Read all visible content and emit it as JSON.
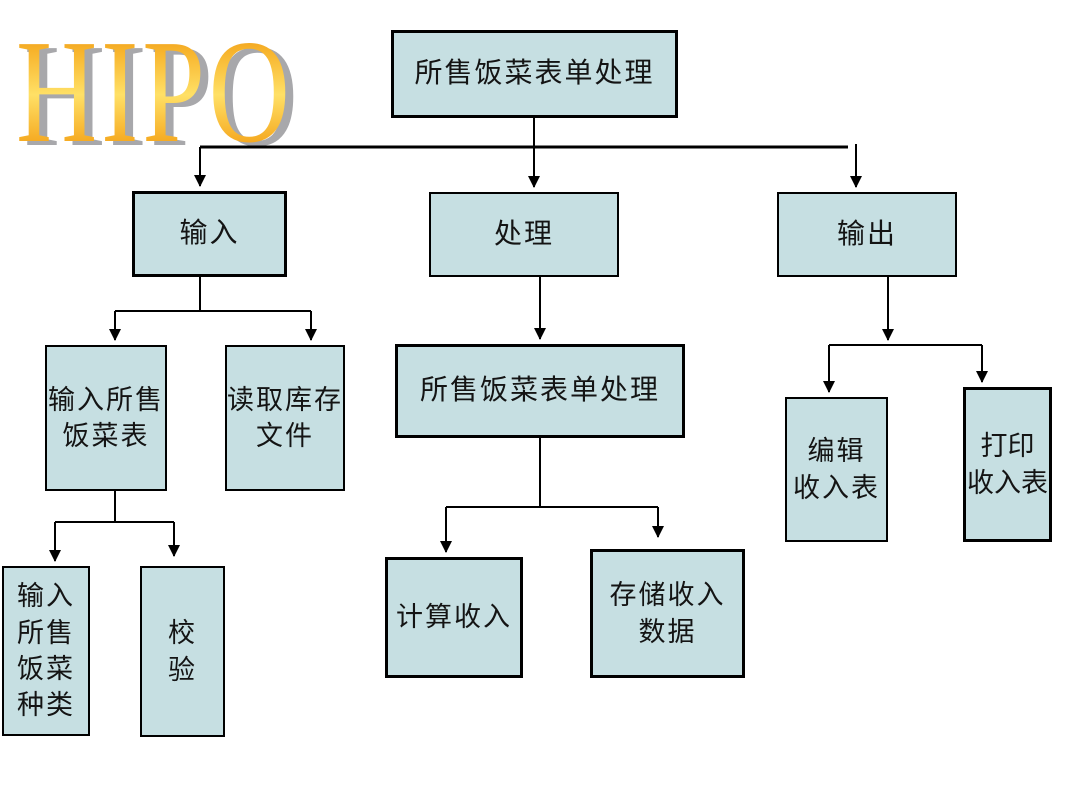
{
  "logo": {
    "text": "HIPO"
  },
  "colors": {
    "box_fill": "#c6dfe2",
    "box_border": "#000000",
    "connector": "#000000",
    "logo_orange": "#f29c1c",
    "logo_yellow": "#ffe066",
    "logo_shadow": "#a8a8ab",
    "background": "#ffffff"
  },
  "diagram": {
    "type": "hierarchy-chart",
    "nodes": {
      "root": {
        "label": "所售饭菜表单处理"
      },
      "input": {
        "label": "输入"
      },
      "process": {
        "label": "处理"
      },
      "output": {
        "label": "输出"
      },
      "input_meals": {
        "label": "输入所售\n饭菜表"
      },
      "read_inventory": {
        "label": "读取库存\n文件"
      },
      "meal_types": {
        "label": "输入\n所售\n饭菜\n种类"
      },
      "verify": {
        "label": "校\n验"
      },
      "process_form": {
        "label": "所售饭菜表单处理"
      },
      "calc_income": {
        "label": "计算收入"
      },
      "store_income": {
        "label": "存储收入\n数据"
      },
      "edit_income": {
        "label": "编辑\n收入表"
      },
      "print_income": {
        "label": "打印\n收入表"
      }
    },
    "edges": [
      {
        "from": "root",
        "to": "input"
      },
      {
        "from": "root",
        "to": "process"
      },
      {
        "from": "root",
        "to": "output"
      },
      {
        "from": "input",
        "to": "input_meals"
      },
      {
        "from": "input",
        "to": "read_inventory"
      },
      {
        "from": "input_meals",
        "to": "meal_types"
      },
      {
        "from": "input_meals",
        "to": "verify"
      },
      {
        "from": "process",
        "to": "process_form"
      },
      {
        "from": "process_form",
        "to": "calc_income"
      },
      {
        "from": "process_form",
        "to": "store_income"
      },
      {
        "from": "output",
        "to": "edit_income"
      },
      {
        "from": "output",
        "to": "print_income"
      }
    ]
  }
}
